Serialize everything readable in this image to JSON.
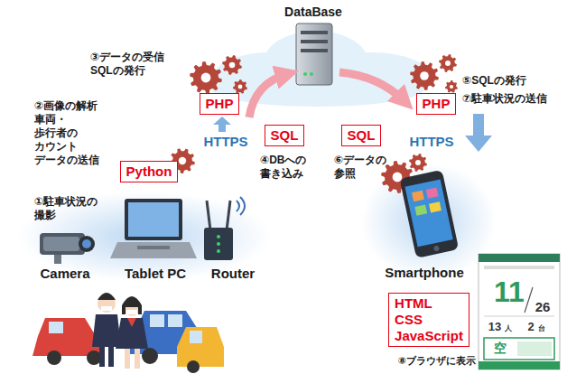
{
  "diagram": {
    "nodes": [
      {
        "text": [
          "PHP"
        ]
      },
      {
        "text": [
          "PHP"
        ]
      },
      {
        "text": [
          "SQL"
        ]
      },
      {
        "text": [
          "SQL"
        ]
      },
      {
        "text": [
          "Python"
        ]
      },
      {
        "text": [
          "HTML CSS JavaScript"
        ]
      }
    ],
    "labels": [
      "DataBase",
      "③データの受信 SQLの発行",
      "HTTPS",
      "④DBへの 書き込み",
      "⑥データの 参照",
      "⑤SQLの発行",
      "⑦駐車状況の送信",
      "HTTPS",
      "②画像の解析 車両・歩行者の カウント データの送信",
      "①駐車状況の 撮影",
      "Camera",
      "Tablet PC",
      "Router",
      "Smartphone",
      "11",
      "26",
      "13",
      "人",
      "2",
      "台",
      "空",
      "⑧ブラウザに表示"
    ]
  }
}
